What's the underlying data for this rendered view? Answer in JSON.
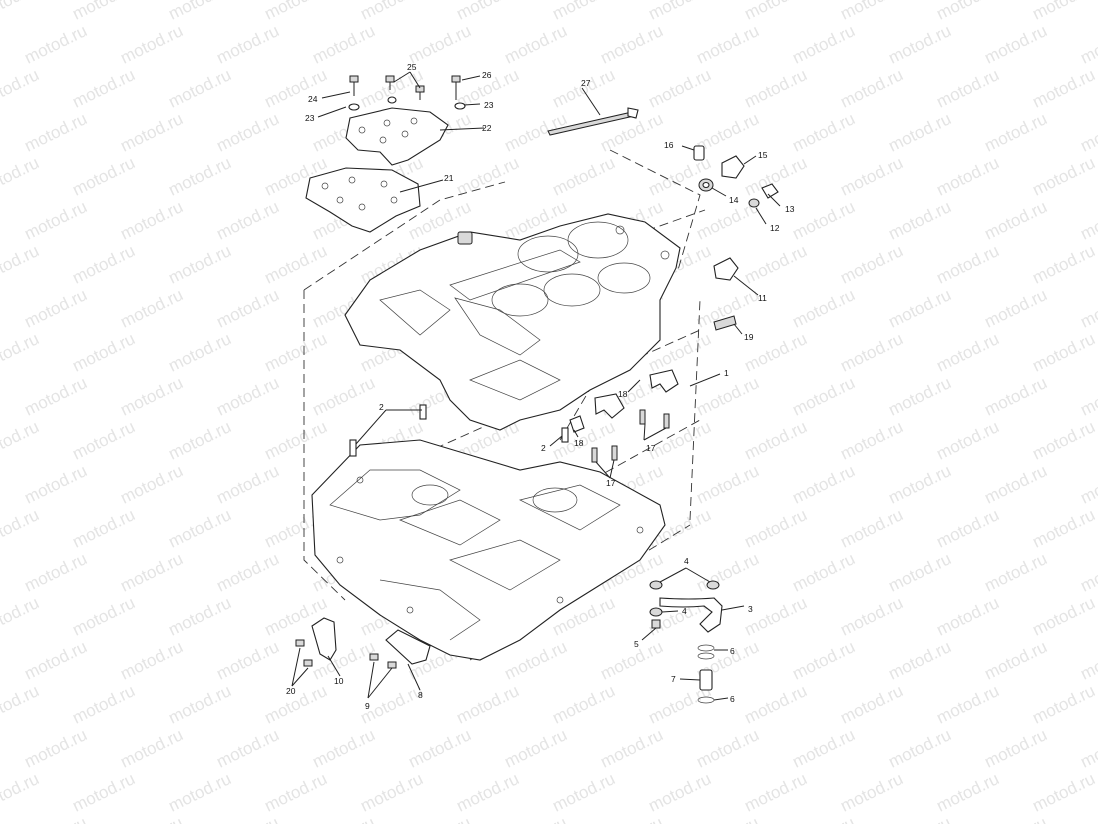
{
  "watermark": "motod.ru",
  "callouts": {
    "c1": "1",
    "c2a": "2",
    "c2b": "2",
    "c3": "3",
    "c4a": "4",
    "c4b": "4",
    "c5": "5",
    "c6a": "6",
    "c6b": "6",
    "c7": "7",
    "c8": "8",
    "c9": "9",
    "c10": "10",
    "c11": "11",
    "c12": "12",
    "c13": "13",
    "c14": "14",
    "c15": "15",
    "c16": "16",
    "c17a": "17",
    "c17b": "17",
    "c18a": "18",
    "c18b": "18",
    "c19": "19",
    "c20": "20",
    "c21": "21",
    "c22": "22",
    "c23a": "23",
    "c23b": "23",
    "c24": "24",
    "c25": "25",
    "c26": "26",
    "c27": "27"
  }
}
